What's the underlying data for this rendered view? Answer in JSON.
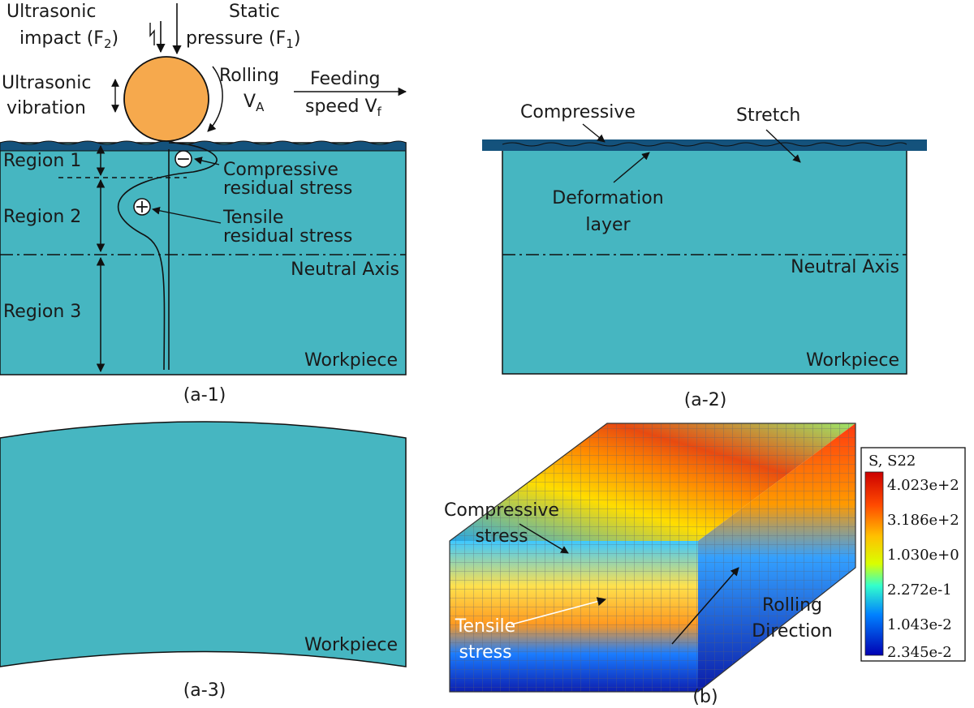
{
  "panel_a1": {
    "caption": "(a-1)",
    "ultrasonic_impact": "Ultrasonic",
    "ultrasonic_impact_2": "impact (F",
    "ultrasonic_impact_sub": "2",
    "ultrasonic_impact_close": ")",
    "static_pressure": "Static",
    "static_pressure_2": "pressure (F",
    "static_pressure_sub": "1",
    "static_pressure_close": ")",
    "ultrasonic_vibration": "Ultrasonic",
    "ultrasonic_vibration_2": "vibration",
    "rolling": "Rolling",
    "rolling_v": "V",
    "rolling_v_sub": "A",
    "feeding": "Feeding",
    "feeding_speed": "speed V",
    "feeding_speed_sub": "f",
    "region_1": "Region 1",
    "region_2": "Region 2",
    "region_3": "Region 3",
    "compressive_1": "Compressive",
    "compressive_2": "residual stress",
    "tensile_1": "Tensile",
    "tensile_2": "residual stress",
    "neutral_axis": "Neutral Axis",
    "workpiece": "Workpiece",
    "minus_sign": "−",
    "plus_sign": "+"
  },
  "panel_a2": {
    "caption": "(a-2)",
    "compressive": "Compressive",
    "stretch": "Stretch",
    "deformation_1": "Deformation",
    "deformation_2": "layer",
    "neutral_axis": "Neutral Axis",
    "workpiece": "Workpiece"
  },
  "panel_a3": {
    "caption": "(a-3)",
    "workpiece": "Workpiece"
  },
  "panel_b": {
    "caption": "(b)",
    "compressive_1": "Compressive",
    "compressive_2": "stress",
    "tensile_1": "Tensile",
    "tensile_2": "stress",
    "rolling_1": "Rolling",
    "rolling_2": "Direction",
    "legend_title": "S, S22",
    "legend_values": [
      "4.023e+2",
      "3.186e+2",
      "1.030e+0",
      "2.272e-1",
      "1.043e-2",
      "2.345e-2"
    ]
  },
  "colors": {
    "workpiece": "#46b6c1",
    "deformation_layer": "#14527c",
    "roller": "#f6a94d",
    "legend_top": "#cc0000",
    "legend_bottom": "#0000b3"
  }
}
